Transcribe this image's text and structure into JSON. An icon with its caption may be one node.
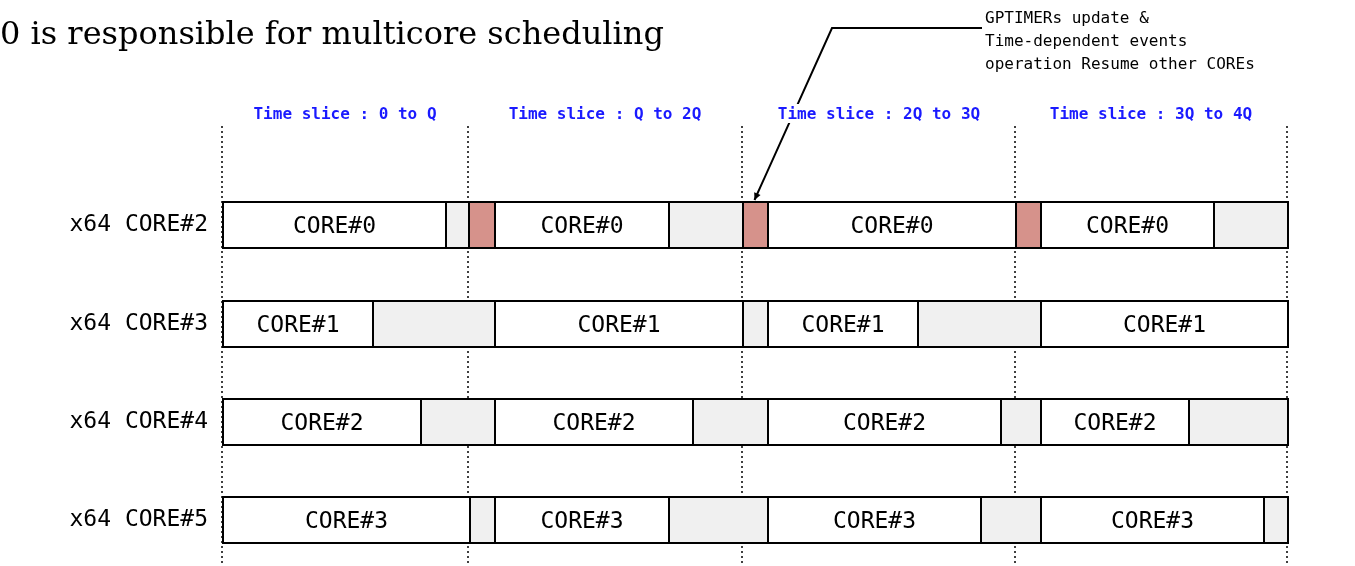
{
  "diagram": {
    "title": "0 is responsible for multicore scheduling",
    "nodes": [
      {
        "text": [
          "GPTIMERs update & Time-dependent events operation Resume other COREs"
        ]
      },
      {
        "text": [
          "CORE#0"
        ]
      },
      {
        "text": [],
        "shape": "bar"
      },
      {
        "text": [],
        "shape": "bar"
      },
      {
        "text": [
          "CORE#0"
        ]
      },
      {
        "text": [],
        "shape": "bar"
      },
      {
        "text": [],
        "shape": "bar"
      },
      {
        "text": [
          "CORE#0"
        ]
      },
      {
        "text": [],
        "shape": "bar"
      },
      {
        "text": [
          "CORE#0"
        ]
      },
      {
        "text": [],
        "shape": "bar"
      },
      {
        "text": [
          "CORE#1"
        ]
      },
      {
        "text": [],
        "shape": "bar"
      },
      {
        "text": [
          "CORE#1"
        ]
      },
      {
        "text": [],
        "shape": "bar"
      },
      {
        "text": [
          "CORE#1"
        ]
      },
      {
        "text": [],
        "shape": "bar"
      },
      {
        "text": [
          "CORE#1"
        ]
      },
      {
        "text": [
          "CORE#2"
        ]
      },
      {
        "text": [],
        "shape": "bar"
      },
      {
        "text": [
          "CORE#2"
        ]
      },
      {
        "text": [],
        "shape": "bar"
      },
      {
        "text": [
          "CORE#2"
        ]
      },
      {
        "text": [],
        "shape": "bar"
      },
      {
        "text": [
          "CORE#2"
        ]
      },
      {
        "text": [],
        "shape": "bar"
      },
      {
        "text": [
          "CORE#3"
        ]
      },
      {
        "text": [],
        "shape": "bar"
      },
      {
        "text": [
          "CORE#3"
        ]
      },
      {
        "text": [],
        "shape": "bar"
      },
      {
        "text": [
          "CORE#3"
        ]
      },
      {
        "text": [],
        "shape": "bar"
      },
      {
        "text": [
          "CORE#3"
        ]
      },
      {
        "text": [],
        "shape": "bar"
      }
    ],
    "edges": [
      {
        "from": 0,
        "to": 6,
        "arrow": "to"
      }
    ],
    "labels": [
      "Time slice : 0 to Q",
      "Time slice : Q to 2Q",
      "Time slice : 2Q to 3Q",
      "Time slice : 3Q to 4Q",
      "x64 CORE#2",
      "x64 CORE#3",
      "x64 CORE#4",
      "x64 CORE#5"
    ]
  }
}
